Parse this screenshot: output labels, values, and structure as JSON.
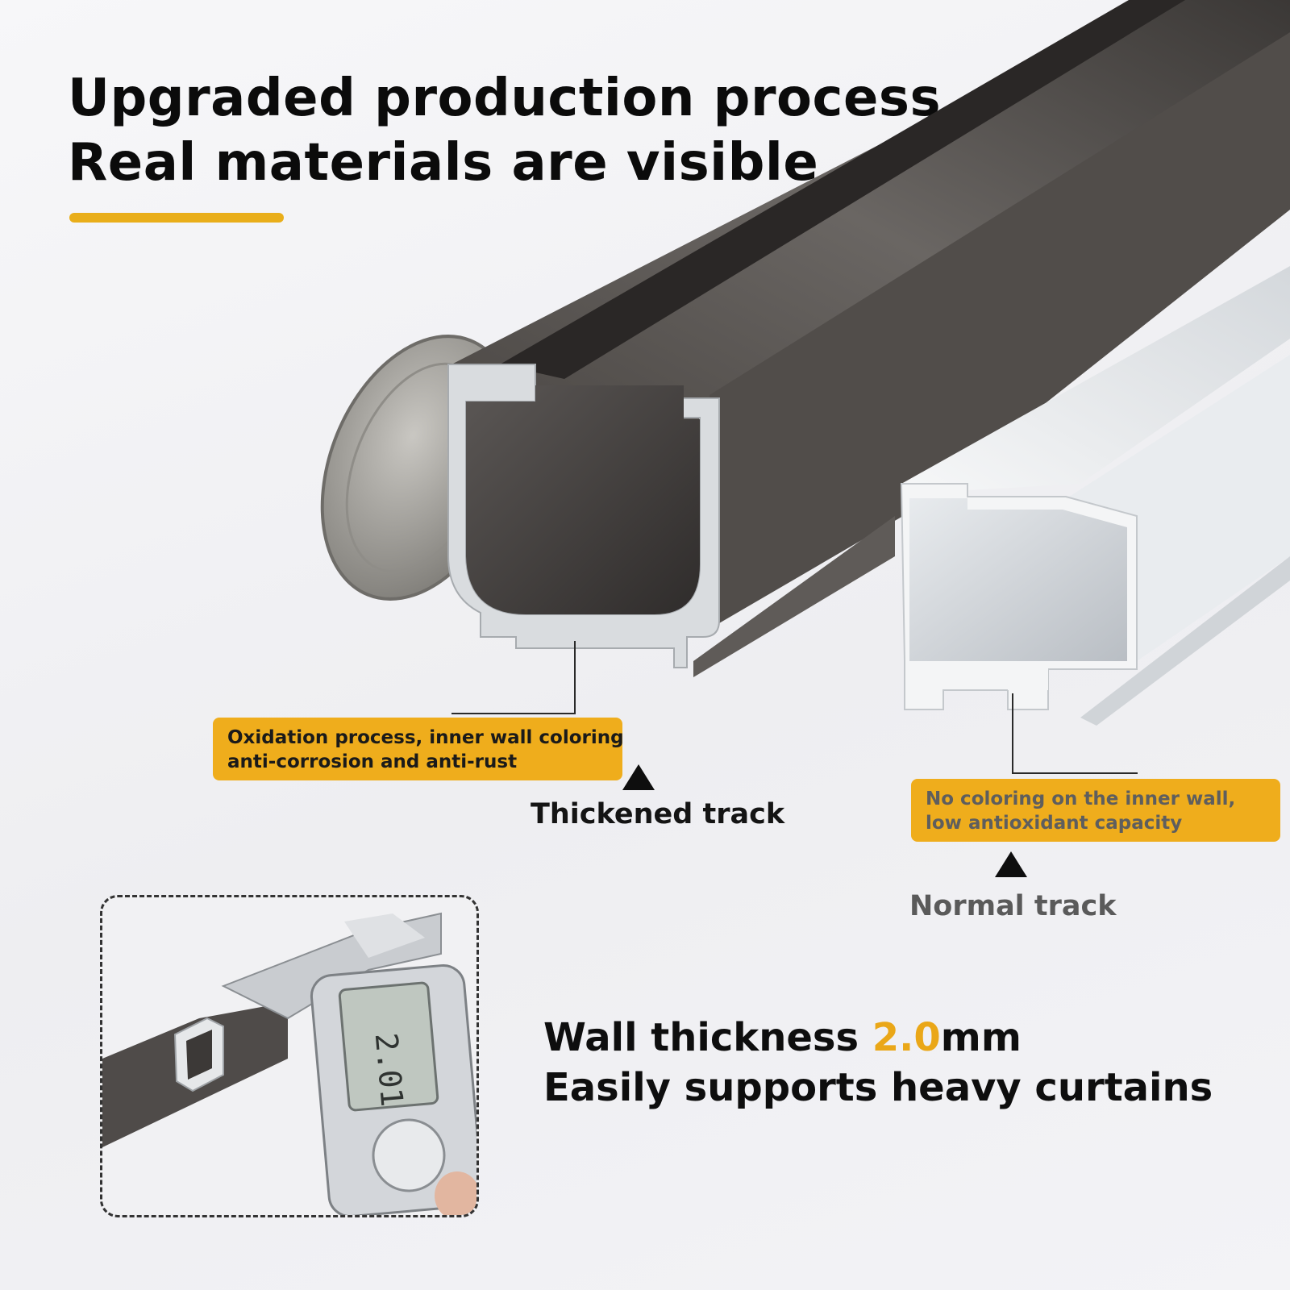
{
  "headline": {
    "line1": "Upgraded production process",
    "line2": "Real materials are visible"
  },
  "thickened": {
    "callout_line1": "Oxidation process, inner wall coloring",
    "callout_line2": "anti-corrosion and anti-rust",
    "label": "Thickened track"
  },
  "normal": {
    "callout_line1": "No coloring on the inner wall,",
    "callout_line2": "low antioxidant capacity",
    "label": "Normal track"
  },
  "spec": {
    "prefix": "Wall thickness ",
    "value": "2.0",
    "unit": "mm",
    "line2": "Easily supports heavy curtains"
  },
  "colors": {
    "accent": "#efad1c",
    "dark_track": "#55504d",
    "light_track": "#e4e7ea"
  }
}
